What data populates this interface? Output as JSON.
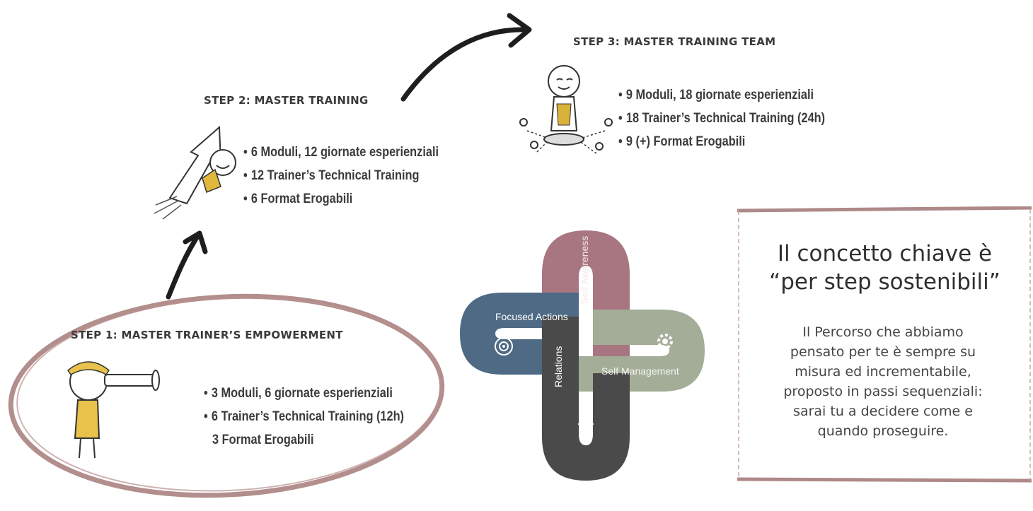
{
  "step1": {
    "title": "STEP 1: MASTER TRAINER’S EMPOWERMENT",
    "items": [
      "3 Moduli, 6 giornate esperienziali",
      "6 Trainer’s Technical Training (12h)"
    ],
    "extra": "3 Format Erogabili"
  },
  "step2": {
    "title": "STEP 2: MASTER TRAINING",
    "items": [
      "6 Moduli, 12 giornate esperienziali",
      "12 Trainer’s Technical Training",
      "6 Format Erogabili"
    ]
  },
  "step3": {
    "title": "STEP 3: MASTER TRAINING TEAM",
    "items": [
      "9 Moduli, 18 giornate esperienziali",
      "18 Trainer’s Technical Training (24h)",
      "9 (+) Format Erogabili"
    ]
  },
  "knot": {
    "focused": "Focused Actions",
    "awareness": "Self Awareness",
    "management": "Self Management",
    "relations": "Relations",
    "colors": {
      "focused": "#4e6a85",
      "awareness": "#a87680",
      "management": "#a3ad98",
      "relations": "#4a4a4a"
    }
  },
  "keybox": {
    "title_line1": "Il concetto chiave è",
    "title_line2": "“per step sostenibili”",
    "body": [
      "Il Percorso che abbiamo",
      "pensato  per te è sempre su",
      "misura ed  incrementabile,",
      "proposto in passi sequenziali:",
      "sarai tu a decidere  come e",
      "quando proseguire."
    ],
    "accent": "#9a6b6b"
  }
}
